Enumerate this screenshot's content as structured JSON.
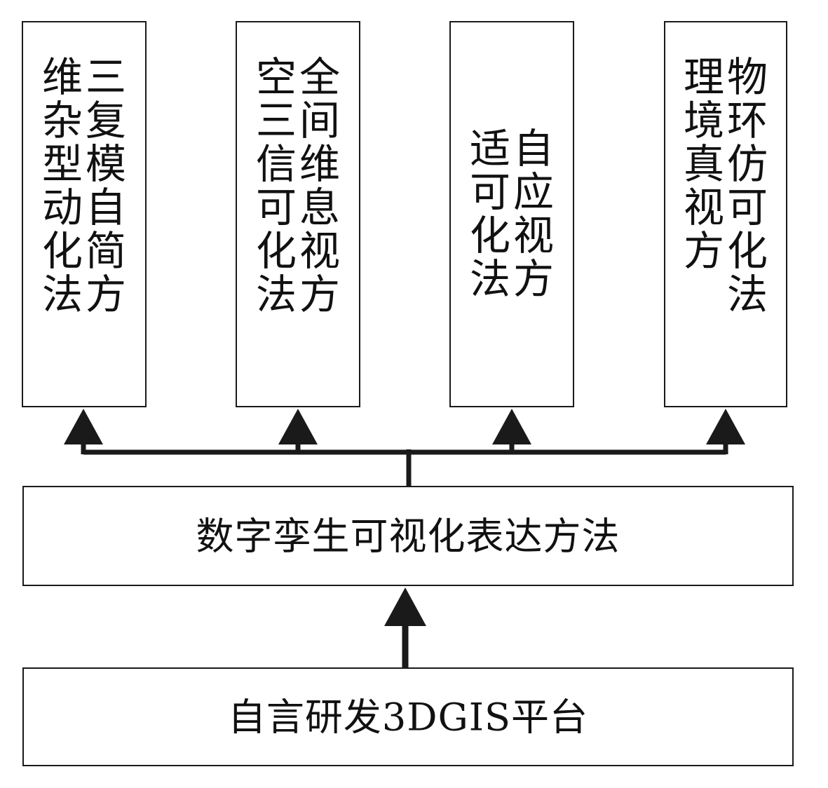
{
  "diagram": {
    "type": "flowchart",
    "title_visible": false,
    "orientation": "bottom-up",
    "colors": {
      "stroke": "#1a1a1a",
      "fill": "#ffffff",
      "text": "#111111"
    },
    "top_boxes": [
      {
        "id": "box-3d-model-simplification",
        "text": "三维复杂模型自动简化方法",
        "columns": [
          [
            "三",
            "复",
            "模",
            "自",
            "简",
            "方"
          ],
          [
            "维",
            "杂",
            "型",
            "动",
            "化",
            "法"
          ]
        ]
      },
      {
        "id": "box-full-space-3d-info-visualization",
        "text": "全空间三维信息可视化方法",
        "columns": [
          [
            "全",
            "间",
            "维",
            "息",
            "视",
            "方"
          ],
          [
            "空",
            "三",
            "信",
            "可",
            "化",
            "法"
          ]
        ]
      },
      {
        "id": "box-adaptive-visualization",
        "text": "自适应可视化方法",
        "columns": [
          [
            "自",
            "应",
            "视",
            "方"
          ],
          [
            "适",
            "可",
            "化",
            "法"
          ]
        ]
      },
      {
        "id": "box-physical-environment-simulation",
        "text": "物理环境仿真可视化方法",
        "columns": [
          [
            "物",
            "环",
            "仿",
            "可",
            "化",
            "法"
          ],
          [
            "理",
            "境",
            "真",
            "视",
            "方",
            ""
          ]
        ]
      }
    ],
    "middle_box": {
      "id": "box-digital-twin-visualization",
      "text": "数字孪生可视化表达方法"
    },
    "bottom_box": {
      "id": "box-self-developed-3dgis-platform",
      "text": "自言研发3DGIS平台"
    },
    "connectors": {
      "bus_label": "",
      "arrows_up_to_top_boxes": 4,
      "arrow_bottom_to_middle": 1
    }
  }
}
